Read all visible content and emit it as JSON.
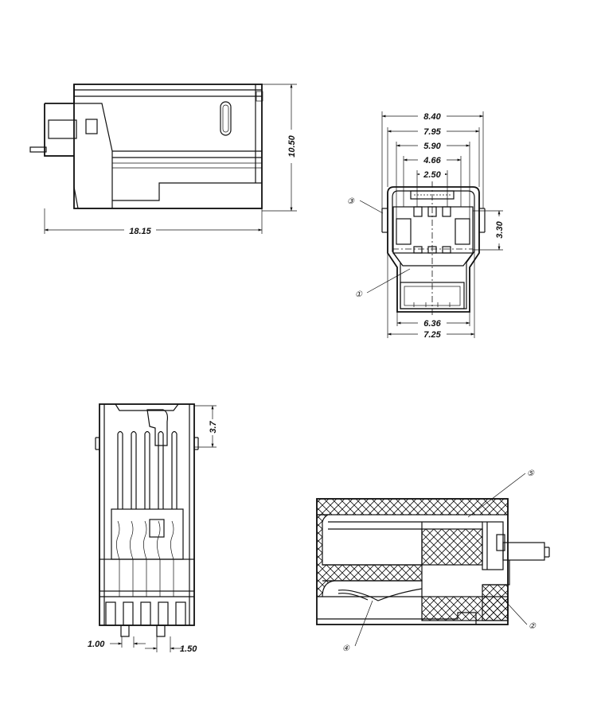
{
  "dimensions": {
    "side_length": "18.15",
    "side_height": "10.50",
    "front_8_40": "8.40",
    "front_7_95": "7.95",
    "front_5_90": "5.90",
    "front_4_66": "4.66",
    "front_2_50": "2.50",
    "front_3_30": "3.30",
    "front_6_36": "6.36",
    "front_7_25": "7.25",
    "top_3_7": "3.7",
    "pitch_1_00": "1.00",
    "pitch_1_50": "1.50"
  },
  "callouts": {
    "c1": "①",
    "c2": "②",
    "c3": "③",
    "c4": "④",
    "c5": "⑤"
  }
}
